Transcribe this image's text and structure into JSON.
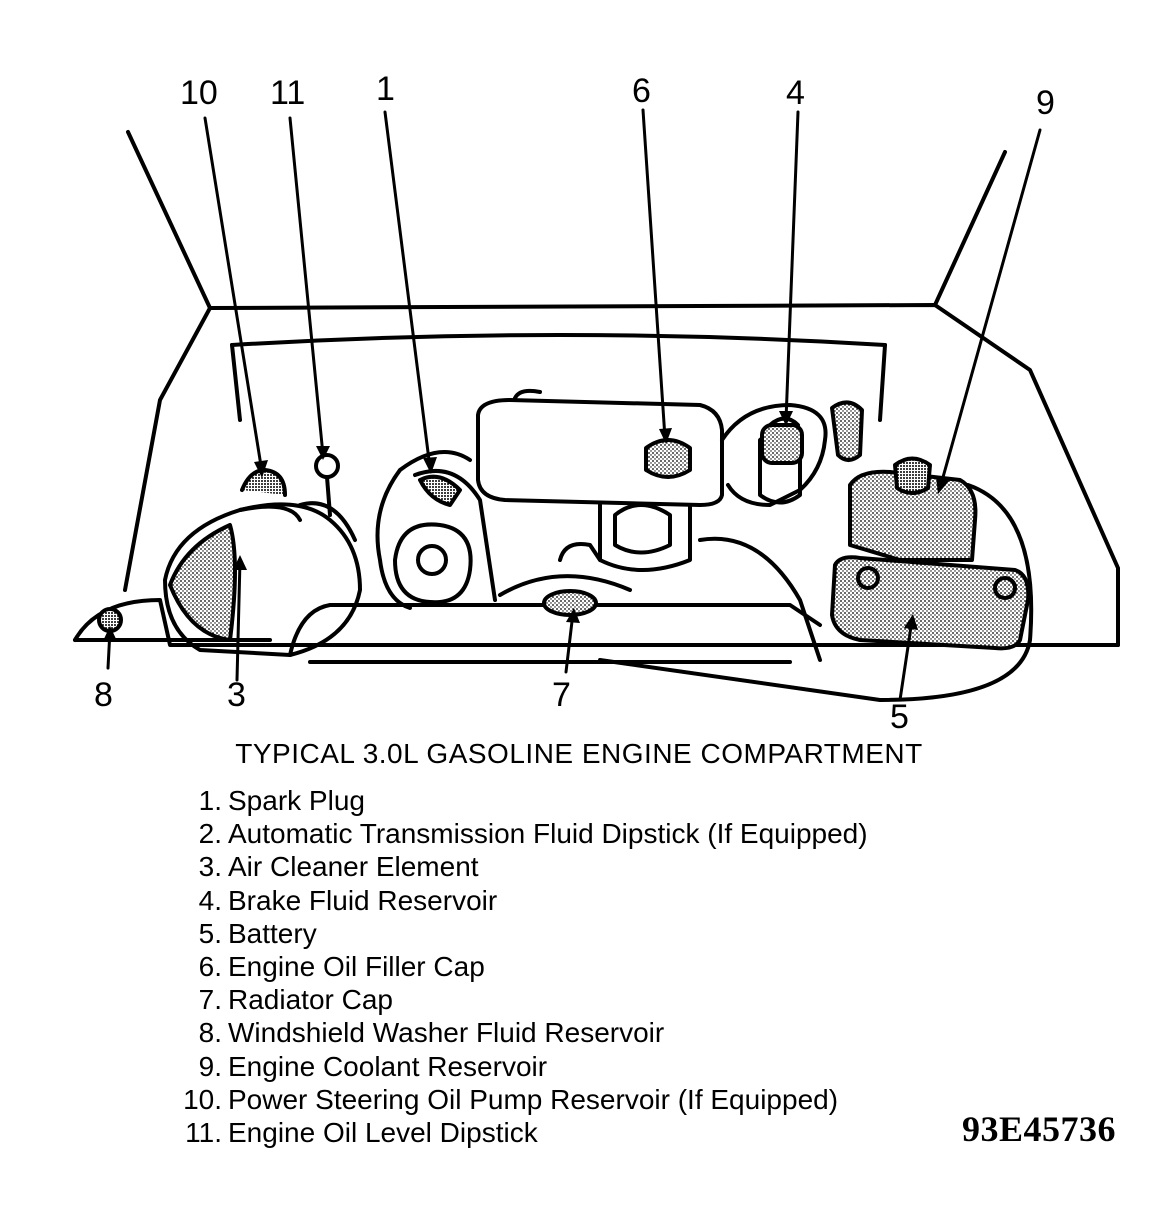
{
  "callouts": [
    "10",
    "11",
    "1",
    "6",
    "4",
    "9",
    "8",
    "3",
    "7",
    "5"
  ],
  "caption": "TYPICAL 3.0L GASOLINE ENGINE COMPARTMENT",
  "legend": [
    {
      "num": "1.",
      "label": "Spark Plug"
    },
    {
      "num": "2.",
      "label": "Automatic Transmission Fluid Dipstick (If Equipped)"
    },
    {
      "num": "3.",
      "label": "Air Cleaner Element"
    },
    {
      "num": "4.",
      "label": "Brake Fluid Reservoir"
    },
    {
      "num": "5.",
      "label": "Battery"
    },
    {
      "num": "6.",
      "label": "Engine Oil Filler Cap"
    },
    {
      "num": "7.",
      "label": "Radiator Cap"
    },
    {
      "num": "8.",
      "label": "Windshield Washer Fluid Reservoir"
    },
    {
      "num": "9.",
      "label": "Engine Coolant Reservoir"
    },
    {
      "num": "10.",
      "label": "Power Steering Oil Pump Reservoir (If Equipped)"
    },
    {
      "num": "11.",
      "label": "Engine Oil Level Dipstick"
    }
  ],
  "figure_id": "93E45736"
}
